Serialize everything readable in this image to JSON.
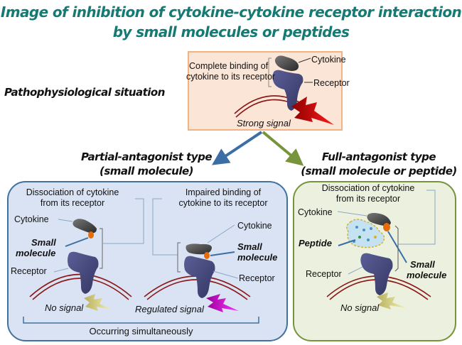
{
  "title": {
    "line1": "Image of inhibition of cytokine-cytokine receptor interaction",
    "line2": "by small molecules or peptides"
  },
  "colors": {
    "title": "#147a74",
    "top_panel_fill": "#fbe5d6",
    "top_panel_border": "#f4b183",
    "left_panel_fill": "#dae3f3",
    "left_panel_border": "#41719c",
    "right_panel_fill": "#ebf1de",
    "right_panel_border": "#77933c",
    "arrow_left": "#3a6ea5",
    "arrow_right": "#77933c",
    "cytokine": "#3a3a3a",
    "receptor": "#44477a",
    "small_molecule": "#e46c0a",
    "membrane": "#8b1a1a",
    "strong_signal": "#cc0000",
    "regulated_signal": "#cc00cc",
    "no_signal": "#d8d27a"
  },
  "top_section": {
    "side_label": "Pathophysiological situation",
    "desc_line1": "Complete binding of",
    "desc_line2": "cytokine to its receptor",
    "cytokine_label": "Cytokine",
    "receptor_label": "Receptor",
    "signal_label": "Strong signal"
  },
  "partial": {
    "heading_line1": "Partial-antagonist type",
    "heading_line2": "(small molecule)",
    "left_case": {
      "desc_line1": "Dissociation of cytokine",
      "desc_line2": "from its receptor",
      "cytokine_label": "Cytokine",
      "small_molecule_line1": "Small",
      "small_molecule_line2": "molecule",
      "receptor_label": "Receptor",
      "signal_label": "No signal"
    },
    "right_case": {
      "desc_line1": "Impaired binding of",
      "desc_line2": "cytokine to its receptor",
      "cytokine_label": "Cytokine",
      "small_molecule_line1": "Small",
      "small_molecule_line2": "molecule",
      "receptor_label": "Receptor",
      "signal_label": "Regulated signal"
    },
    "footer": "Occurring simultaneously"
  },
  "full": {
    "heading_line1": "Full-antagonist type",
    "heading_line2": "(small molecule or peptide)",
    "desc_line1": "Dissociation of cytokine",
    "desc_line2": "from its receptor",
    "cytokine_label": "Cytokine",
    "peptide_label": "Peptide",
    "receptor_label": "Receptor",
    "small_molecule_line1": "Small",
    "small_molecule_line2": "molecule",
    "signal_label": "No signal"
  }
}
